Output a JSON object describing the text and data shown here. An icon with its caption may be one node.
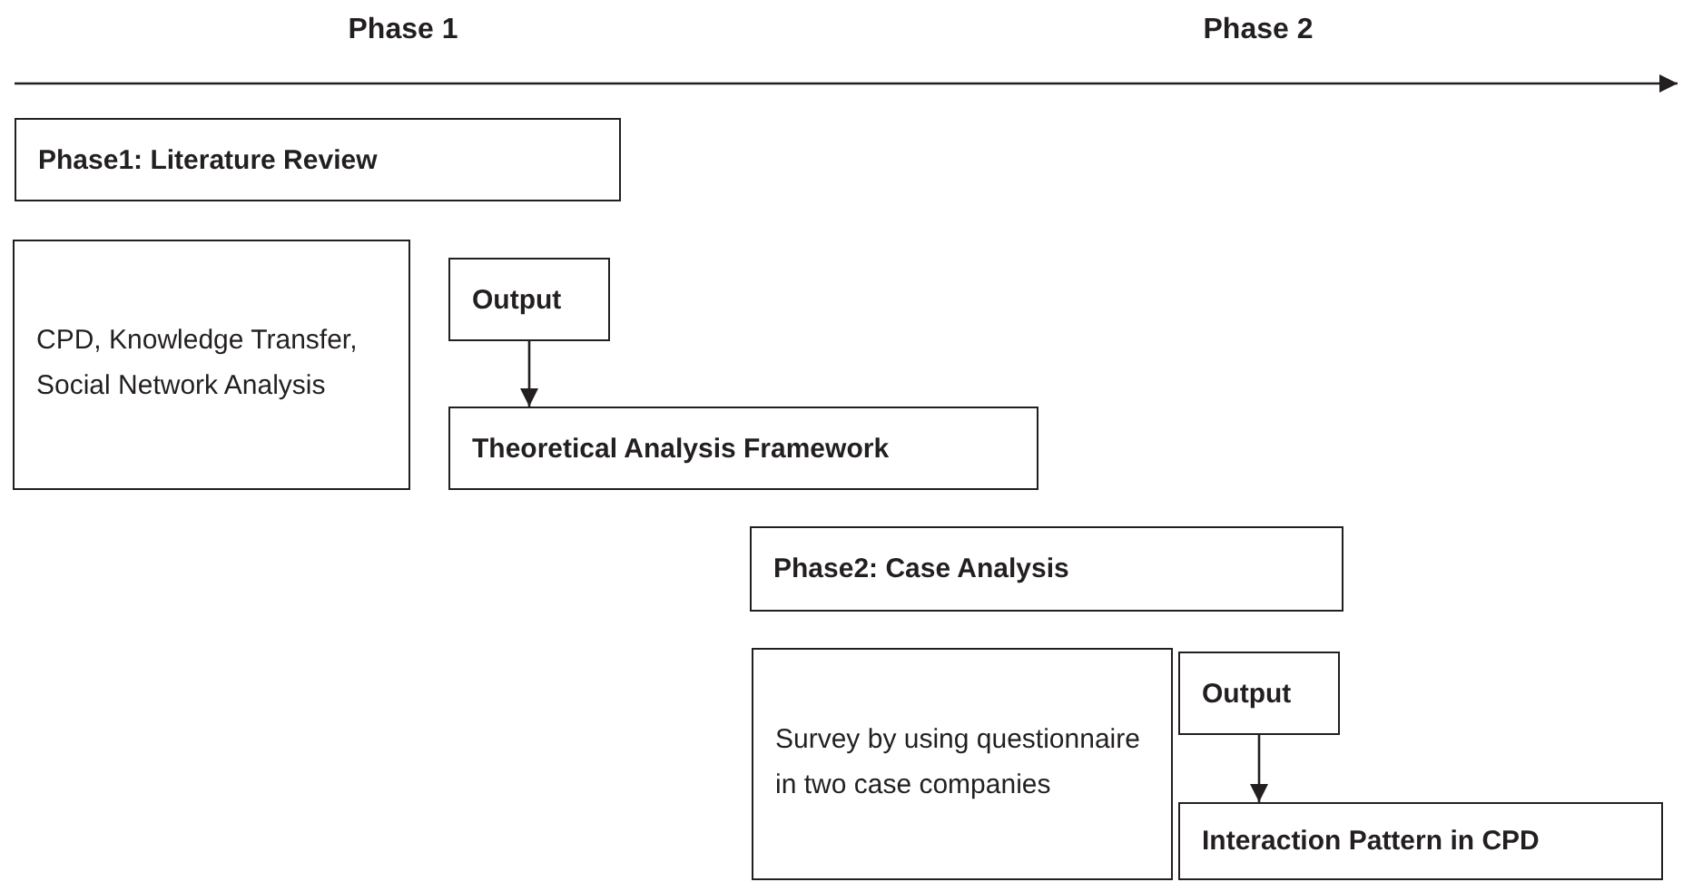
{
  "diagram": {
    "nodes": [
      {
        "text": [
          "Phase1: Literature Review"
        ]
      },
      {
        "text": [
          "CPD, Knowledge Transfer, Social Network Analysis"
        ]
      },
      {
        "text": [
          "Output"
        ]
      },
      {
        "text": [
          "Theoretical Analysis Framework"
        ]
      },
      {
        "text": [
          "Phase2: Case Analysis"
        ]
      },
      {
        "text": [
          "Survey by using questionnaire in two case companies"
        ]
      },
      {
        "text": [
          "Output"
        ]
      },
      {
        "text": [
          "Interaction Pattern in CPD"
        ]
      }
    ],
    "edges": [
      {
        "from": 2,
        "to": 3,
        "arrow": "to"
      },
      {
        "from": 6,
        "to": 7,
        "arrow": "to"
      }
    ],
    "labels": [
      "Phase 1",
      "Phase 2"
    ]
  }
}
